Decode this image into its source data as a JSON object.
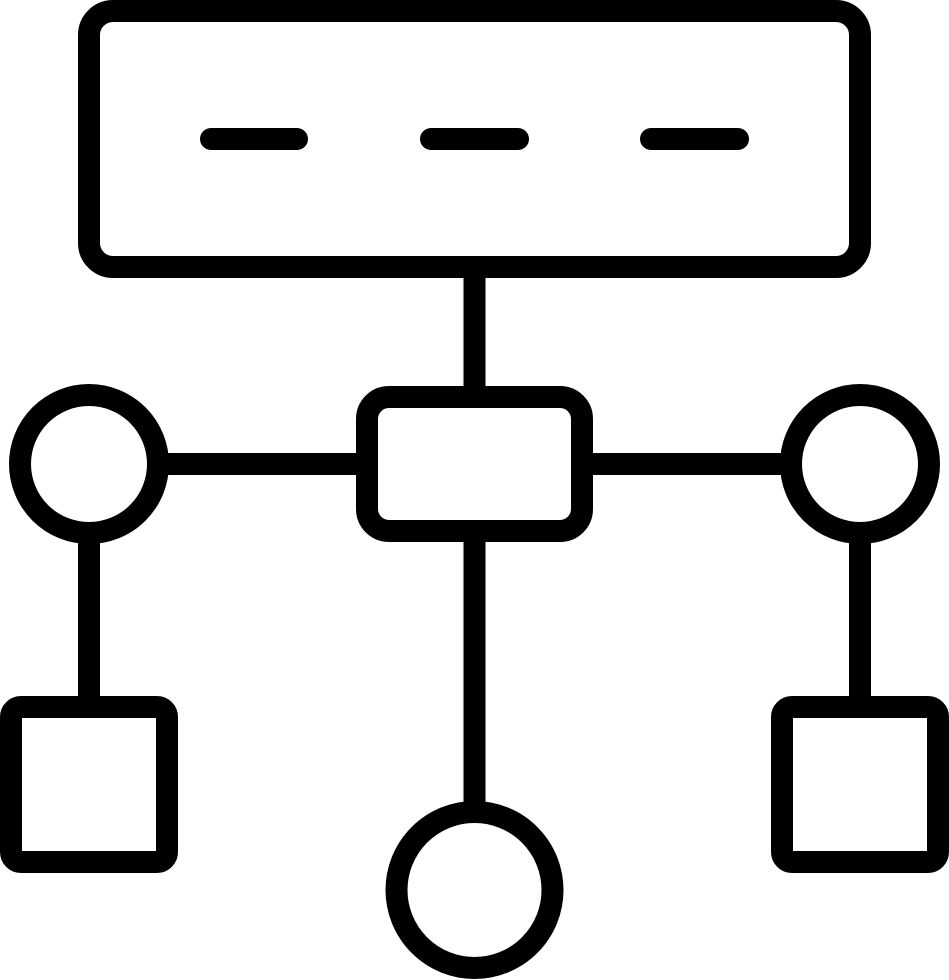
{
  "icon": {
    "name": "hierarchy-structure-icon",
    "stroke_color": "#000000",
    "background_color": "#ffffff"
  },
  "nodes": [
    {
      "id": "header-box",
      "shape": "rounded-rect",
      "content": "three-dashes"
    },
    {
      "id": "hub-box",
      "shape": "rounded-rect"
    },
    {
      "id": "left-circle",
      "shape": "circle"
    },
    {
      "id": "right-circle",
      "shape": "circle"
    },
    {
      "id": "bottom-circle",
      "shape": "circle"
    },
    {
      "id": "left-square",
      "shape": "rounded-square"
    },
    {
      "id": "right-square",
      "shape": "rounded-square"
    }
  ],
  "edges": [
    {
      "from": "header-box",
      "to": "hub-box"
    },
    {
      "from": "hub-box",
      "to": "left-circle"
    },
    {
      "from": "hub-box",
      "to": "right-circle"
    },
    {
      "from": "hub-box",
      "to": "bottom-circle"
    },
    {
      "from": "left-circle",
      "to": "left-square"
    },
    {
      "from": "right-circle",
      "to": "right-square"
    }
  ]
}
